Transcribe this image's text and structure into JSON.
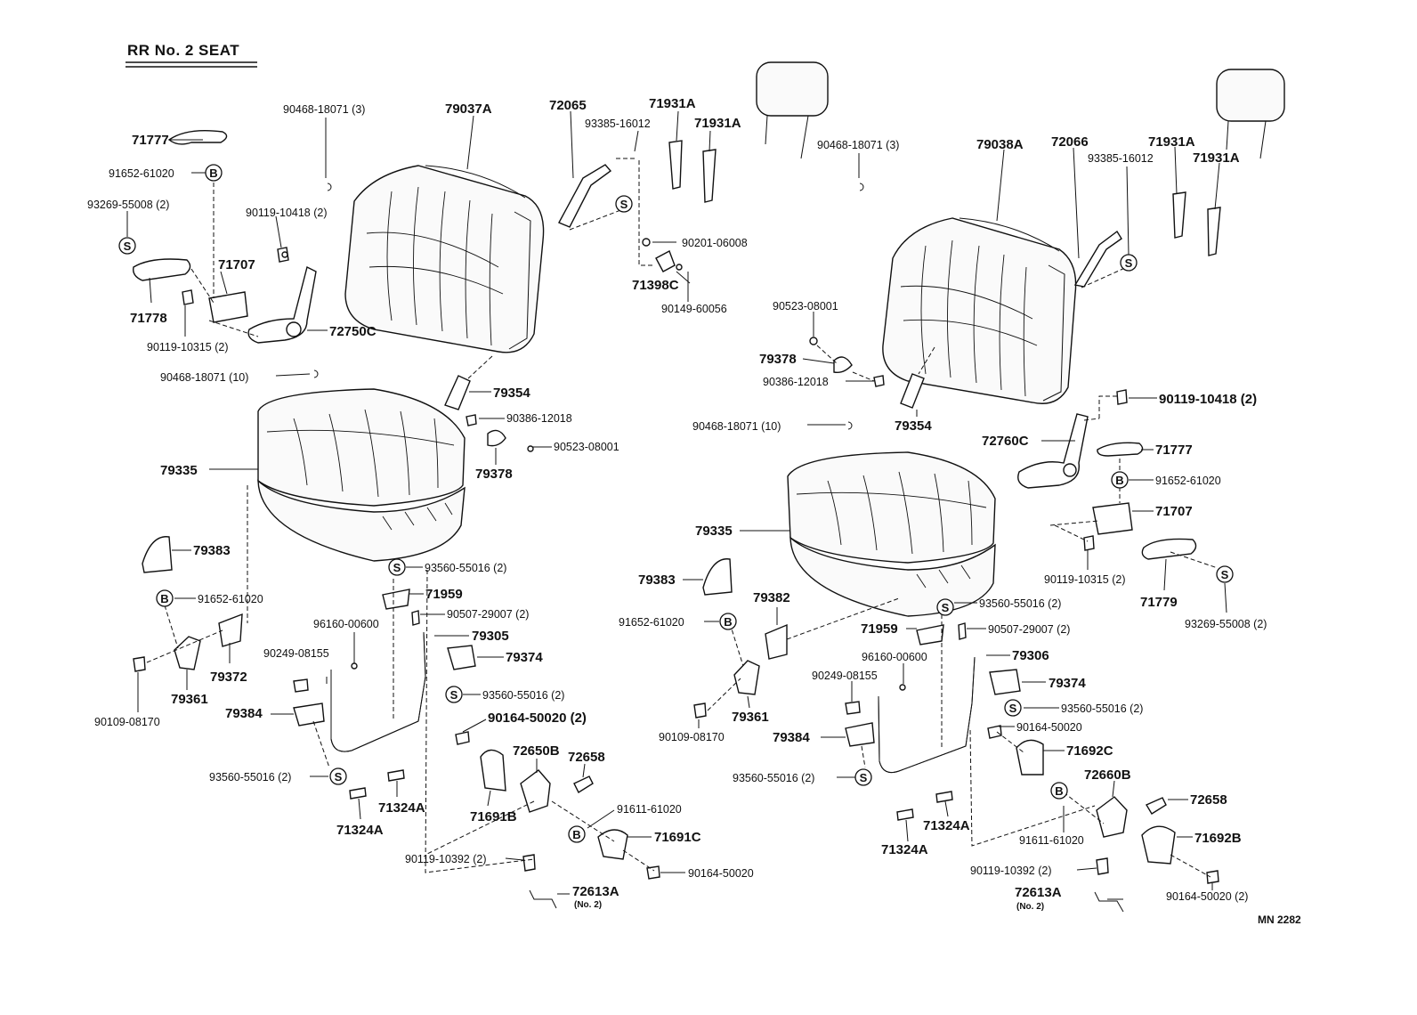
{
  "diagram": {
    "title": "RR  No. 2  SEAT",
    "code": "MN 2282",
    "symbols": {
      "s": "S",
      "b": "B"
    },
    "labels": {
      "l1": "90468-18071 (3)",
      "l2": "79037A",
      "l3": "72065",
      "l4": "71931A",
      "l5": "93385-16012",
      "l6": "71931A",
      "l7": "71777",
      "l8": "91652-61020",
      "l9": "90119-10418 (2)",
      "l10": "93269-55008 (2)",
      "l11": "71707",
      "l12": "71778",
      "l13": "90119-10315 (2)",
      "l14": "72750C",
      "l15": "90201-06008",
      "l16": "71398C",
      "l17": "90149-60056",
      "l18": "90468-18071 (10)",
      "l19": "79354",
      "l20": "90386-12018",
      "l21": "90523-08001",
      "l22": "79378",
      "l23": "79335",
      "l24": "79383",
      "l25": "93560-55016 (2)",
      "l26": "91652-61020",
      "l27": "71959",
      "l28": "96160-00600",
      "l29": "90507-29007 (2)",
      "l30": "79305",
      "l31": "79374",
      "l32": "90249-08155",
      "l33": "79372",
      "l34": "79361",
      "l35": "93560-55016 (2)",
      "l36": "90109-08170",
      "l37": "79384",
      "l38": "90164-50020 (2)",
      "l39": "72650B",
      "l40": "72658",
      "l41": "93560-55016 (2)",
      "l42": "71691B",
      "l43": "71324A",
      "l44": "91611-61020",
      "l45": "71324A",
      "l46": "71691C",
      "l47": "90119-10392 (2)",
      "l48": "90164-50020",
      "l49": "72613A",
      "l50": "(No. 2)",
      "r1": "90468-18071 (3)",
      "r2": "79038A",
      "r3": "72066",
      "r4": "71931A",
      "r5": "93385-16012",
      "r6": "71931A",
      "r7": "90523-08001",
      "r8": "79378",
      "r9": "90386-12018",
      "r10": "90119-10418 (2)",
      "r11": "79354",
      "r12": "90468-18071 (10)",
      "r13": "72760C",
      "r14": "71777",
      "r15": "91652-61020",
      "r16": "71707",
      "r17": "79335",
      "r18": "90119-10315 (2)",
      "r19": "71779",
      "r20": "93269-55008 (2)",
      "r21": "79383",
      "r22": "79382",
      "r23": "93560-55016 (2)",
      "r24": "91652-61020",
      "r25": "71959",
      "r26": "90507-29007 (2)",
      "r27": "96160-00600",
      "r28": "79306",
      "r29": "90249-08155",
      "r30": "79374",
      "r31": "90109-08170",
      "r32": "79361",
      "r33": "93560-55016 (2)",
      "r34": "79384",
      "r35": "90164-50020",
      "r36": "71692C",
      "r37": "93560-55016 (2)",
      "r38": "72660B",
      "r39": "72658",
      "r40": "71324A",
      "r41": "91611-61020",
      "r42": "71692B",
      "r43": "71324A",
      "r44": "90119-10392 (2)",
      "r45": "72613A",
      "r46": "(No. 2)",
      "r47": "90164-50020 (2)"
    }
  }
}
